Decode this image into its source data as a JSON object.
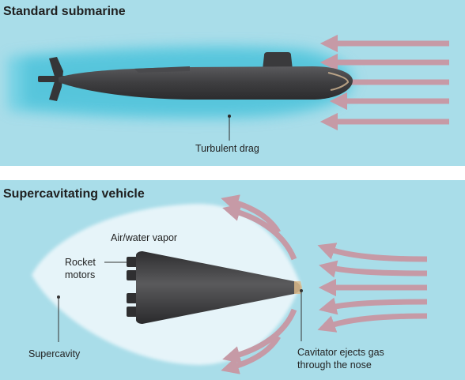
{
  "top_panel": {
    "title": "Standard submarine",
    "label_drag": "Turbulent drag"
  },
  "bottom_panel": {
    "title": "Supercavitating vehicle",
    "label_vapor": "Air/water vapor",
    "label_rocket_line1": "Rocket",
    "label_rocket_line2": "motors",
    "label_supercavity": "Supercavity",
    "label_cavitator_line1": "Cavitator ejects gas",
    "label_cavitator_line2": "through the nose"
  },
  "colors": {
    "water": "#a9dde9",
    "turbulence_glow": "#4fc3dc",
    "vessel": "#3e3e40",
    "flow_arrow": "#c69aa6",
    "cavity": "#e3f3f8",
    "divider": "#ffffff"
  },
  "icons": {
    "flow_arrow": "left-pointing-arrow-icon",
    "deflected_arrow": "curved-arrow-icon"
  }
}
